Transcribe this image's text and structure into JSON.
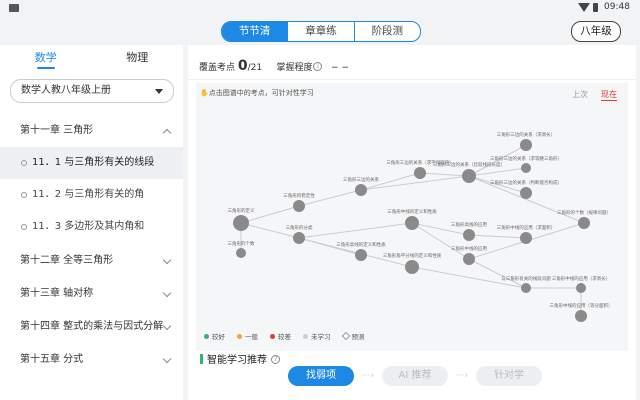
{
  "status_bar": {
    "time": "09:48"
  },
  "top_tabs": [
    {
      "label": "节节清",
      "active": true
    },
    {
      "label": "章章练",
      "active": false
    },
    {
      "label": "阶段测",
      "active": false
    }
  ],
  "grade": "八年级",
  "sidebar": {
    "subjects": [
      {
        "label": "数学",
        "active": true
      },
      {
        "label": "物理",
        "active": false
      }
    ],
    "book": "数学人教八年级上册",
    "chapters": [
      {
        "label": "第十一章 三角形",
        "expanded": true
      },
      {
        "label": "第十二章 全等三角形"
      },
      {
        "label": "第十三章 轴对称"
      },
      {
        "label": "第十四章 整式的乘法与因式分解"
      },
      {
        "label": "第十五章 分式"
      }
    ],
    "sections": [
      {
        "label": "11．1 与三角形有关的线段",
        "active": true
      },
      {
        "label": "11．2 与三角形有关的角"
      },
      {
        "label": "11．3 多边形及其内角和"
      }
    ]
  },
  "stats": {
    "coverage_label": "覆盖考点",
    "covered": "0",
    "total": "/21",
    "mastery_label": "掌握程度",
    "mastery_value": "− −"
  },
  "map": {
    "hint": "点击图谱中的考点，可针对性学习",
    "prev": "上次",
    "now": "现在",
    "nodes": [
      "三角形的定义",
      "三角形的个数",
      "三角形的稳定性",
      "三角形的分类",
      "三角形三边的关系",
      "三角形高线的定义和性质",
      "三角形中线的定义和性质",
      "三角形角平分线的定义和性质",
      "三角形三边的关系（求字母取值）",
      "三角形三边的关系（比较线段长度）",
      "三角形高线的应用",
      "三角形中线的应用",
      "三角形三边的关系（求周长）",
      "三角形三边的关系（求等腰三角形）",
      "三角形三边的关系（判断能否构成）",
      "三角形的个数（规律问题）",
      "三角形中线的应用（求面积）",
      "与三角形有关的线段问题",
      "三角形中线的应用（求周长）",
      "三角形中线的应用（等分面积）"
    ],
    "legend": [
      "较好",
      "一般",
      "较差",
      "未学习",
      "预测"
    ]
  },
  "recommend": {
    "title": "智能学习推荐",
    "steps": [
      "找弱项",
      "AI 推荐",
      "针对学"
    ]
  },
  "colors": {
    "accent": "#1e88e5",
    "good": "#2bb673",
    "ok": "#f5a623",
    "bad": "#e53935",
    "node": "#8a8a8a"
  }
}
